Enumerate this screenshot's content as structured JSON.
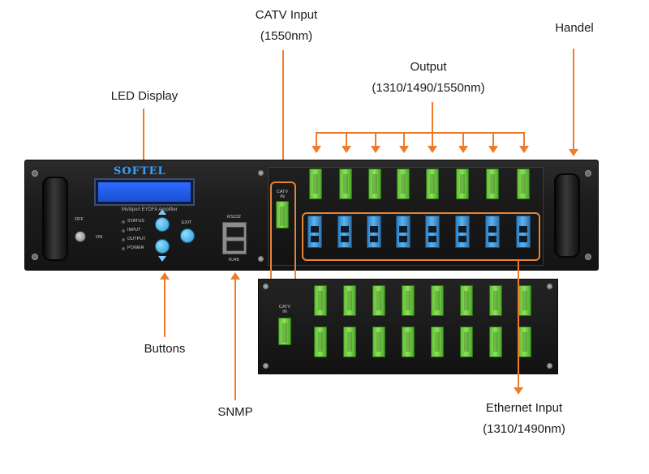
{
  "callouts": {
    "catv_input": {
      "line1": "CATV Input",
      "line2": "(1550nm)"
    },
    "handel": "Handel",
    "output": {
      "line1": "Output",
      "line2": "(1310/1490/1550nm)"
    },
    "led_display": "LED Display",
    "buttons": "Buttons",
    "snmp": "SNMP",
    "ethernet_input": {
      "line1": "Ethernet Input",
      "line2": "(1310/1490nm)"
    }
  },
  "device": {
    "brand": "SOFTEL",
    "model_text": "Multiport EYDFA Amplifier",
    "key_off": "OFF",
    "key_on": "ON",
    "status_labels": [
      "STATUS",
      "INPUT",
      "OUTPUT",
      "POWER"
    ],
    "exit_label": "EXIT",
    "rs232_label": "RS232",
    "rj45_label": "RJ45",
    "catv_port_label": "CATV IN"
  },
  "colors": {
    "accent": "#f07a2a",
    "sc_connector": "#7ad14a",
    "lc_connector": "#3b9ad9",
    "lcd": "#2b6cff"
  }
}
